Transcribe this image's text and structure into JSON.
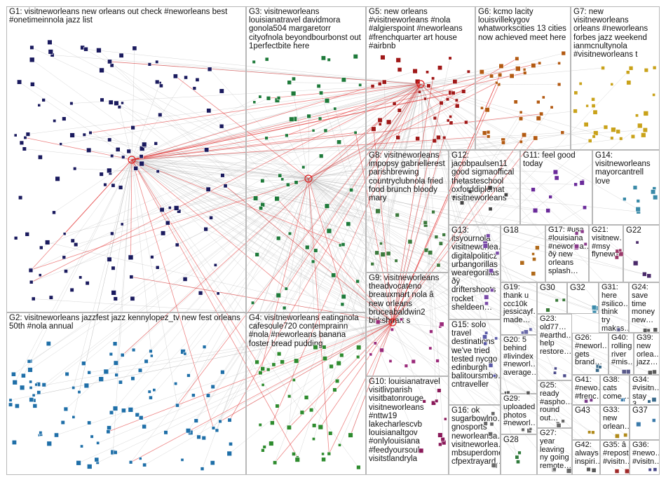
{
  "panels": [
    {
      "id": "G1",
      "label": "G1: visitneworleans new orleans out check #neworleans best #onetimeinnola jazz list",
      "color": "#1a1a5e",
      "count": 120
    },
    {
      "id": "G2",
      "label": "G2: visitneworleans jazzfest jazz kennylopez_tv new fest orleans 50th #nola annual",
      "color": "#1f6fa8",
      "count": 100
    },
    {
      "id": "G3",
      "label": "G3: visitneworleans louisianatravel davidmora gonola504 margaretorr cityofnola beyondbourbonst out 1perfectbite here",
      "color": "#1e7a3a",
      "count": 60
    },
    {
      "id": "G4",
      "label": "G4: visitneworleans eatingnola cafesoule720 contemprainn #nola #neworleans banana foster bread pudding",
      "color": "#2e8b2e",
      "count": 45
    },
    {
      "id": "G5",
      "label": "G5: new orleans #visitneworleans #nola #algierspoint #neworleans #frenchquarter art house #airbnb",
      "color": "#a01818",
      "count": 40
    },
    {
      "id": "G6",
      "label": "G6: kcmo lacity louisvillekygov whatworkscities 13 cities now achieved meet here",
      "color": "#b35a12",
      "count": 35
    },
    {
      "id": "G7",
      "label": "G7: new visitneworleans orleans #neworleans forbes jazz weekend ianmcnultynola #visitneworleans t",
      "color": "#c9a21a",
      "count": 30
    },
    {
      "id": "G8",
      "label": "G8: visitneworleans impopsy gabriellerest parishbrewing countryclubnola fried food brunch bloody mary",
      "color": "#3d7a3d",
      "count": 18
    },
    {
      "id": "G9",
      "label": "G9: visitneworleans theadvocateno breauxmart nola â new orleans bruceabaldwin2 birkshnart s",
      "color": "#9a2a7a",
      "count": 14
    },
    {
      "id": "G10",
      "label": "G10: louisianatravel visitlivparish visitbatonrouge visitneworleans #nttw19 lakecharlescvb louisianaltgov #onlylouisiana #feedyoursoul visitstlandryla",
      "color": "#8a1a5a",
      "count": 10
    },
    {
      "id": "G11",
      "label": "G11: feel good today",
      "color": "#6a2a9a",
      "count": 10
    },
    {
      "id": "G12",
      "label": "G12: jacobpaulsen11 good sigmaoffical thetasteschool oxforddiplomat visitneworleans",
      "color": "#444444",
      "count": 6
    },
    {
      "id": "G13",
      "label": "G13: itsyournola visitneworlea… digitalpoliticz urbangorillas wearegorillas ðÿ driftershoots rocket sheldeen…",
      "color": "#7a4aa8",
      "count": 8
    },
    {
      "id": "G14",
      "label": "G14: visitneworleans mayorcantrell love",
      "color": "#3a8aa8",
      "count": 8
    },
    {
      "id": "G15",
      "label": "G15: solo travel destinations we've tried tested nycgo edinburgh balitoursmbo… cntraveller",
      "color": "#5a5aa8",
      "count": 6
    },
    {
      "id": "G16",
      "label": "G16: ok sugarbowlno… gnosports neworleansa… visitneworlea… mbsuperdome cfpextrayard…",
      "color": "#6a6a6a",
      "count": 6
    },
    {
      "id": "G17",
      "label": "G17: #usa #louisiana #neworlea… ðÿ new orleans splash…",
      "color": "#8a3a8a",
      "count": 5
    },
    {
      "id": "G18",
      "label": "G18",
      "color": "#b06a1a",
      "count": 5
    },
    {
      "id": "G19",
      "label": "G19: thank u ccc10k jessicayf… made…",
      "color": "#6a6aa8",
      "count": 4
    },
    {
      "id": "G20",
      "label": "G20: 5 behind #livindex #neworl… average…",
      "color": "#5a5a5a",
      "count": 4
    },
    {
      "id": "G21",
      "label": "G21: visitnew… #msy flynewor…",
      "color": "#9a3a6a",
      "count": 4
    },
    {
      "id": "G22",
      "label": "G22",
      "color": "#4a2a6a",
      "count": 4
    },
    {
      "id": "G23",
      "label": "G23: old77… #earthd… help restore…",
      "color": "#4a4a8a",
      "count": 3
    },
    {
      "id": "G24",
      "label": "G24: save time money new…",
      "color": "#5a5a5a",
      "count": 3
    },
    {
      "id": "G25",
      "label": "G25: ready #aspho… round out…",
      "color": "#6a6a6a",
      "count": 3
    },
    {
      "id": "G26",
      "label": "G26: #neworl… gets brand…",
      "color": "#3a6a8a",
      "count": 3
    },
    {
      "id": "G27",
      "label": "G27: year leaving ny going remote…",
      "color": "#6a6a6a",
      "count": 3
    },
    {
      "id": "G28",
      "label": "G28",
      "color": "#2e7a3a",
      "count": 3
    },
    {
      "id": "G29",
      "label": "G29: uploaded photos #neworl…",
      "color": "#6a6a6a",
      "count": 3
    },
    {
      "id": "G30",
      "label": "G30",
      "color": "#3a7a3a",
      "count": 3
    },
    {
      "id": "G31",
      "label": "G31: here #silico… think try makes…",
      "color": "#5a5a8a",
      "count": 3
    },
    {
      "id": "G32",
      "label": "G32",
      "color": "#3a8aaa",
      "count": 3
    },
    {
      "id": "G33",
      "label": "G33: new orlean…",
      "color": "#b08a1a",
      "count": 2
    },
    {
      "id": "G34",
      "label": "G34: #visitn… stay 3…",
      "color": "#3a6a8a",
      "count": 2
    },
    {
      "id": "G35",
      "label": "G35: â #repost #visitn…",
      "color": "#a02a2a",
      "count": 2
    },
    {
      "id": "G36",
      "label": "G36: #newo… #visitn…",
      "color": "#4a4a8a",
      "count": 2
    },
    {
      "id": "G37",
      "label": "G37",
      "color": "#3a7aaa",
      "count": 2
    },
    {
      "id": "G38",
      "label": "G38: cats come…",
      "color": "#3a7aaa",
      "count": 2
    },
    {
      "id": "G39",
      "label": "G39: new orlea… jazz…",
      "color": "#5a5a5a",
      "count": 2
    },
    {
      "id": "G40",
      "label": "G40: rolling river #mis…",
      "color": "#5a5a8a",
      "count": 2
    },
    {
      "id": "G41",
      "label": "G41: #newo… #frenc…",
      "color": "#7a3a8a",
      "count": 2
    },
    {
      "id": "G42",
      "label": "G42: always inspiri…",
      "color": "#5a5a5a",
      "count": 2
    },
    {
      "id": "G43",
      "label": "G43",
      "color": "#b08a1a",
      "count": 2
    }
  ]
}
